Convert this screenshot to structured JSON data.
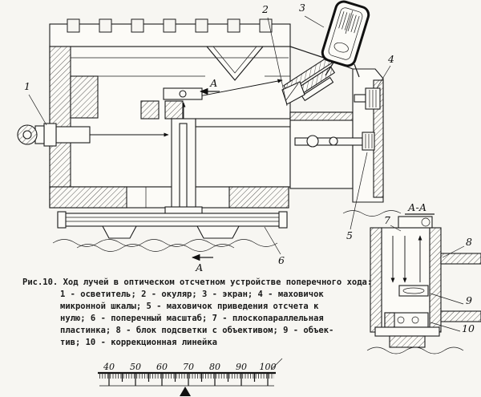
{
  "palette": {
    "ink": "#1c1c1c",
    "paper": "#f7f6f2"
  },
  "figure": {
    "caption": "Рис.10. Ход лучей в оптическом отсчетном устройстве поперечного хода:",
    "legend_lines": [
      "1 - осветитель; 2 - окуляр; 3 - экран; 4 - маховичок",
      "микронной шкалы; 5 - маховичок приведения отсчета к",
      "нулю; 6 - поперечный масштаб; 7 - плоскопараллельная",
      "пластинка; 8 - блок подсветки с объективом; 9 - объек-",
      "тив; 10 - коррекционная линейка"
    ]
  },
  "callouts": {
    "c1": "1",
    "c2": "2",
    "c3": "3",
    "c4": "4",
    "c5": "5",
    "c6": "6",
    "c7": "7",
    "c8": "8",
    "c9": "9",
    "c10": "10"
  },
  "section": {
    "label": "А-А",
    "arrow_label": "А"
  },
  "ruler": {
    "numbers": [
      "40",
      "50",
      "60",
      "70",
      "80",
      "90",
      "100"
    ]
  }
}
